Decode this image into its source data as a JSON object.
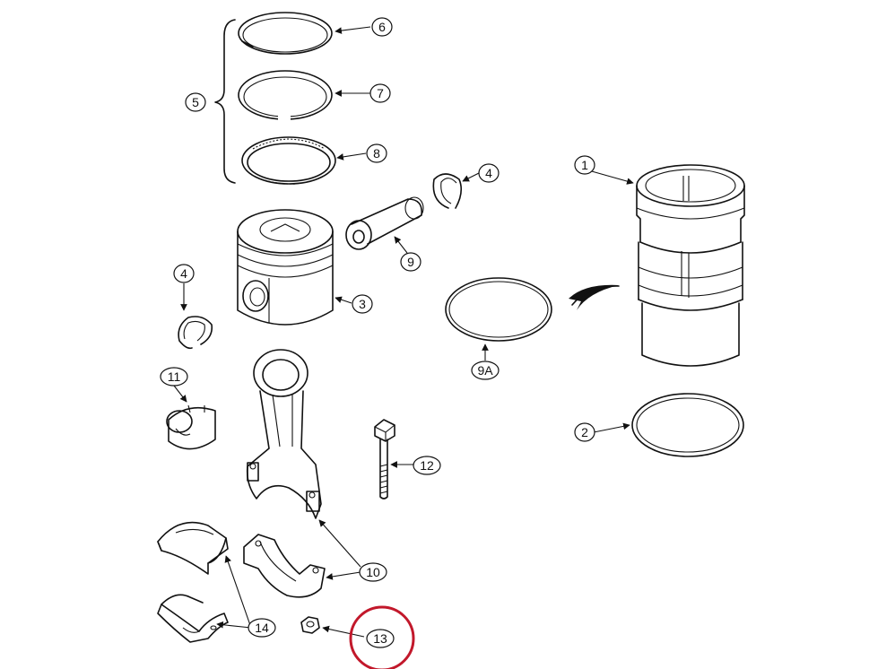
{
  "highlight_color": "#c2182b",
  "callouts": {
    "c1": "1",
    "c2": "2",
    "c3": "3",
    "c4a": "4",
    "c4b": "4",
    "c5": "5",
    "c6": "6",
    "c7": "7",
    "c8": "8",
    "c9": "9",
    "c9a": "9A",
    "c10": "10",
    "c11": "11",
    "c12": "12",
    "c13": "13",
    "c14": "14"
  }
}
